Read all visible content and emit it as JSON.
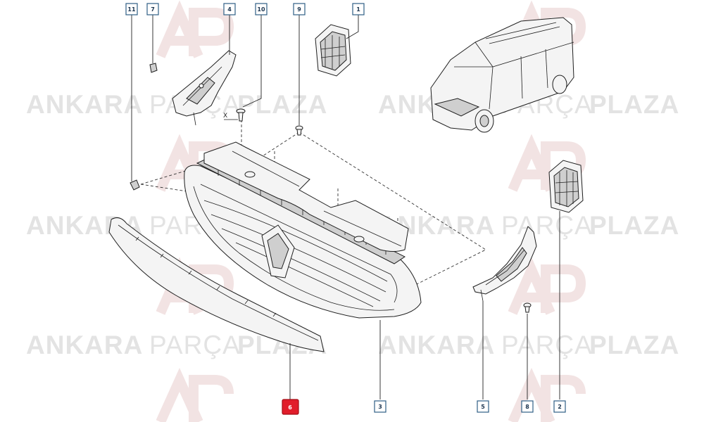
{
  "watermark": {
    "brand_bold_1": "ANKARA",
    "brand_light": "PARÇA",
    "brand_bold_2": "PLAZA",
    "logo_letters": "AP"
  },
  "callouts": [
    {
      "id": "11",
      "label": "11",
      "active": false
    },
    {
      "id": "7",
      "label": "7",
      "active": false
    },
    {
      "id": "4",
      "label": "4",
      "active": false
    },
    {
      "id": "10",
      "label": "10",
      "active": false
    },
    {
      "id": "9",
      "label": "9",
      "active": false
    },
    {
      "id": "1",
      "label": "1",
      "active": false
    },
    {
      "id": "6",
      "label": "6",
      "active": true
    },
    {
      "id": "3",
      "label": "3",
      "active": false
    },
    {
      "id": "5",
      "label": "5",
      "active": false
    },
    {
      "id": "8",
      "label": "8",
      "active": false
    },
    {
      "id": "2",
      "label": "2",
      "active": false
    }
  ],
  "annotations": {
    "dimension_x": "X"
  },
  "colors": {
    "highlight": "#e11d2a",
    "callout_border": "#2f5f86",
    "watermark": "#e3e3e3"
  }
}
